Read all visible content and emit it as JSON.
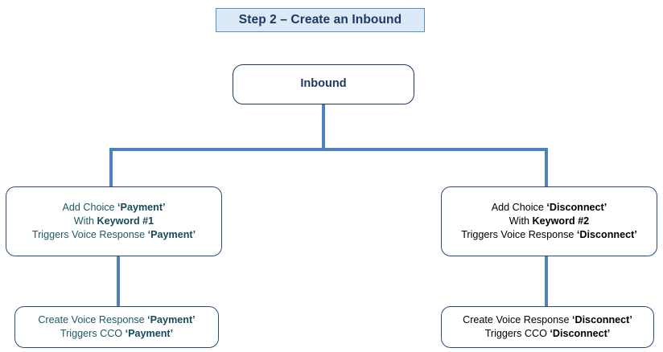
{
  "title": {
    "text": "Step 2 – Create an Inbound"
  },
  "nodes": {
    "inbound": {
      "label": "Inbound"
    },
    "choice_left": {
      "line1_pre": "Add Choice ",
      "line1_strong": "‘Payment’",
      "line2_pre": "With ",
      "line2_strong": "Keyword #1",
      "line3_pre": "Triggers Voice Response ",
      "line3_strong": "‘Payment’"
    },
    "choice_right": {
      "line1_pre": "Add Choice ",
      "line1_strong": "‘Disconnect’",
      "line2_pre": "With ",
      "line2_strong": "Keyword #2",
      "line3_pre": "Triggers Voice Response ",
      "line3_strong": "‘Disconnect’"
    },
    "voice_left": {
      "line1_pre": "Create Voice Response ",
      "line1_strong": "‘Payment’",
      "line2_pre": "Triggers CCO ",
      "line2_strong": "‘Payment’"
    },
    "voice_right": {
      "line1_pre": "Create Voice Response ",
      "line1_strong": "‘Disconnect’",
      "line2_pre": "Triggers CCO ",
      "line2_strong": "‘Disconnect’"
    }
  },
  "colors": {
    "title_fill": "#dce9f6",
    "title_border": "#5b8fc9",
    "title_text": "#1f3864",
    "node_border": "#2e4a7d",
    "connector": "#4f81bd",
    "left_text": "#205867",
    "right_text": "#000000"
  }
}
